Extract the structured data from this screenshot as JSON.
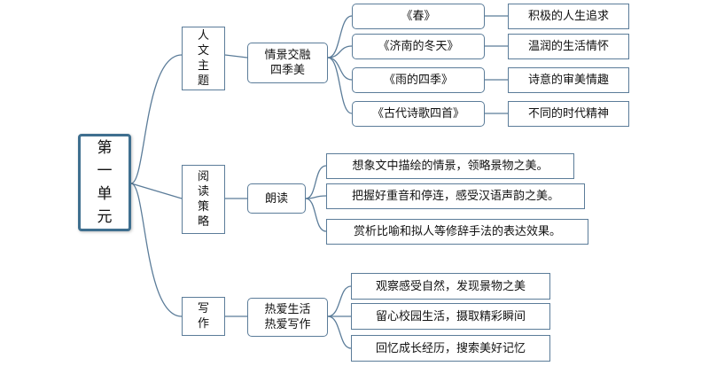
{
  "root": {
    "label": "第\n一\n单\n元"
  },
  "branches": [
    {
      "label": "人\n文\n主\n题",
      "mid": {
        "label": "情景交融\n四季美"
      },
      "leaves": [
        {
          "title": "《春》",
          "note": "积极的人生追求"
        },
        {
          "title": "《济南的冬天》",
          "note": "温润的生活情怀"
        },
        {
          "title": "《雨的四季》",
          "note": "诗意的审美情趣"
        },
        {
          "title": "《古代诗歌四首》",
          "note": "不同的时代精神"
        }
      ]
    },
    {
      "label": "阅\n读\n策\n略",
      "mid": {
        "label": "朗读"
      },
      "leaves": [
        {
          "title": "想象文中描绘的情景，领略景物之美。"
        },
        {
          "title": "把握好重音和停连，感受汉语声韵之美。"
        },
        {
          "title": "赏析比喻和拟人等修辞手法的表达效果。"
        }
      ]
    },
    {
      "label": "写\n作",
      "mid": {
        "label": "热爱生活\n热爱写作"
      },
      "leaves": [
        {
          "title": "观察感受自然，发现景物之美"
        },
        {
          "title": "留心校园生活，摄取精彩瞬间"
        },
        {
          "title": "回忆成长经历，搜索美好记忆"
        }
      ]
    }
  ]
}
